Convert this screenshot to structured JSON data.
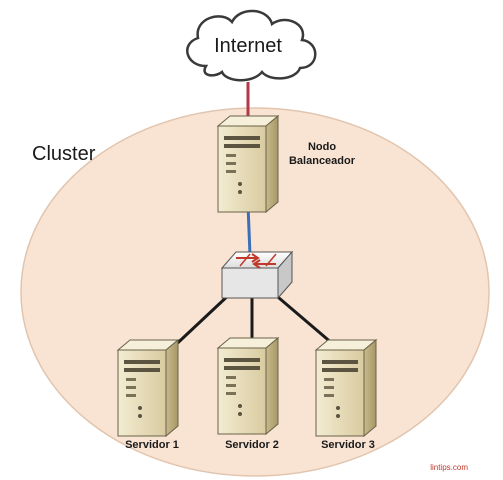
{
  "diagram": {
    "internet_label": "Internet",
    "cluster_label": "Cluster",
    "balancer_label_line1": "Nodo",
    "balancer_label_line2": "Balanceador",
    "servers": [
      {
        "label": "Servidor 1"
      },
      {
        "label": "Servidor 2"
      },
      {
        "label": "Servidor 3"
      }
    ],
    "watermark": "lintips.com"
  },
  "colors": {
    "cluster_fill": "#f9e4d4",
    "cluster_stroke": "#e2c5ae",
    "internet_link": "#b23a48",
    "balancer_link": "#3b6fb6",
    "server_links": "#1a1a1a",
    "server_body": "#e8dcb4",
    "switch_body": "#ececec",
    "switch_arrows": "#c0392b",
    "watermark": "#c0392b"
  },
  "icons": {
    "cloud": "cloud-icon",
    "server": "server-tower-icon",
    "switch": "network-switch-icon"
  }
}
